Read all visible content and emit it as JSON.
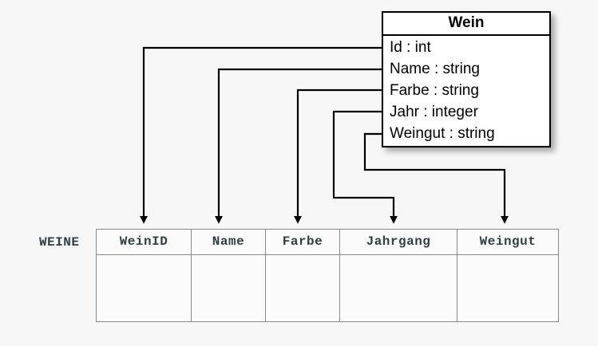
{
  "diagram": {
    "background_color": "#f7f7f7",
    "line_color": "#000000",
    "table_border_color": "#808c8f",
    "table_text_color": "#2f4044"
  },
  "uml_class": {
    "name": "Wein",
    "attributes": [
      {
        "label": "Id : int",
        "name": "Id",
        "type": "int"
      },
      {
        "label": "Name : string",
        "name": "Name",
        "type": "string"
      },
      {
        "label": "Farbe : string",
        "name": "Farbe",
        "type": "string"
      },
      {
        "label": "Jahr : integer",
        "name": "Jahr",
        "type": "integer"
      },
      {
        "label": "Weingut : string",
        "name": "Weingut",
        "type": "string"
      }
    ]
  },
  "relational_table": {
    "label": "WEINE",
    "columns": [
      {
        "header": "WeinID"
      },
      {
        "header": "Name"
      },
      {
        "header": "Farbe"
      },
      {
        "header": "Jahrgang"
      },
      {
        "header": "Weingut"
      }
    ],
    "rows": [
      [
        "",
        "",
        "",
        "",
        ""
      ]
    ]
  },
  "mappings": [
    {
      "from": "Id",
      "to": "WeinID"
    },
    {
      "from": "Name",
      "to": "Name"
    },
    {
      "from": "Farbe",
      "to": "Farbe"
    },
    {
      "from": "Jahr",
      "to": "Jahrgang"
    },
    {
      "from": "Weingut",
      "to": "Weingut"
    }
  ]
}
